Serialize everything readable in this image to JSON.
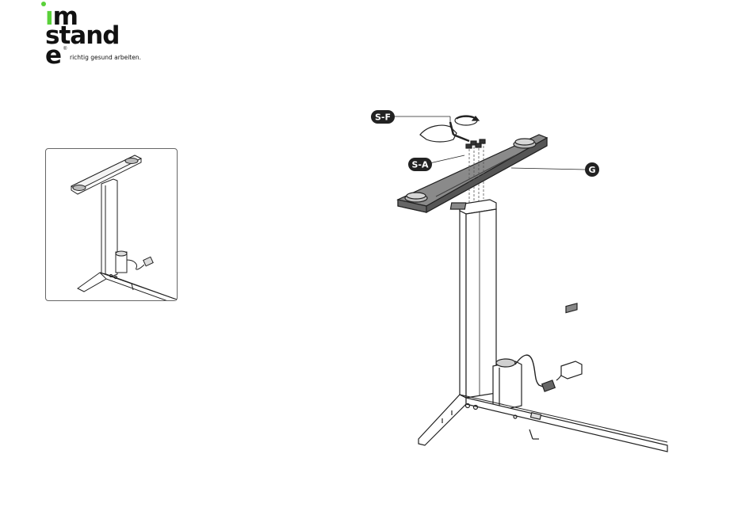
{
  "logo": {
    "line1_i": "ı",
    "line1_rest": "m",
    "line2": "stand",
    "line3": "e",
    "registered": "®",
    "tagline": "richtig gesund arbeiten."
  },
  "callouts": {
    "screw_f": "S-F",
    "screw_a": "S-A",
    "bracket_g": "G"
  }
}
